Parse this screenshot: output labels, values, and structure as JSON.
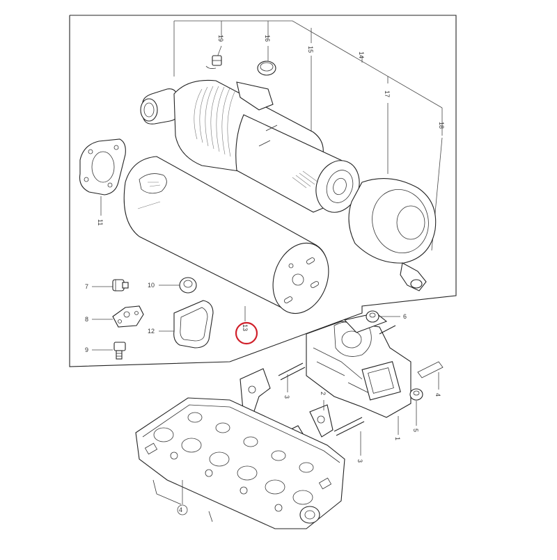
{
  "diagram": {
    "callouts": [
      {
        "id": "c19",
        "label": "19"
      },
      {
        "id": "c16",
        "label": "16"
      },
      {
        "id": "c15",
        "label": "15"
      },
      {
        "id": "c14",
        "label": "14"
      },
      {
        "id": "c17",
        "label": "17"
      },
      {
        "id": "c18",
        "label": "18"
      },
      {
        "id": "c11",
        "label": "11"
      },
      {
        "id": "c7",
        "label": "7"
      },
      {
        "id": "c10",
        "label": "10"
      },
      {
        "id": "c8",
        "label": "8"
      },
      {
        "id": "c12",
        "label": "12"
      },
      {
        "id": "c9",
        "label": "9"
      },
      {
        "id": "c13",
        "label": "13"
      },
      {
        "id": "c6",
        "label": "6"
      },
      {
        "id": "c5",
        "label": "5"
      },
      {
        "id": "c4",
        "label": "4"
      },
      {
        "id": "c3a",
        "label": "3"
      },
      {
        "id": "c2",
        "label": "2"
      },
      {
        "id": "c1",
        "label": "1"
      },
      {
        "id": "c3b",
        "label": "3"
      },
      {
        "id": "c4b",
        "label": "4"
      }
    ],
    "highlight_color": "#d0202a"
  }
}
